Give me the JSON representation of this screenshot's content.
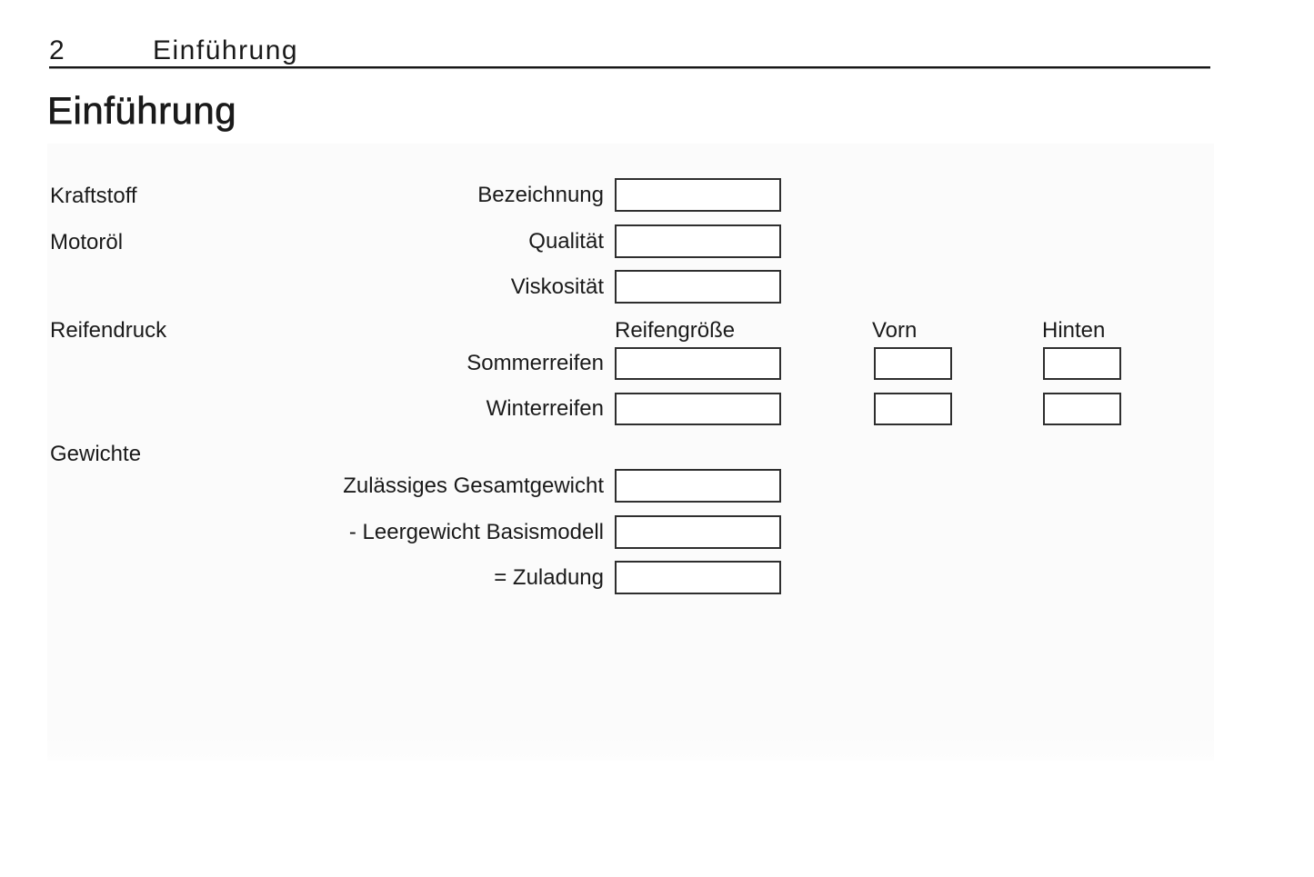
{
  "header": {
    "page_number": "2",
    "section_title": "Einführung"
  },
  "page": {
    "title": "Einführung"
  },
  "form": {
    "sections": {
      "kraftstoff": "Kraftstoff",
      "motoroel": "Motoröl",
      "reifendruck": "Reifendruck",
      "gewichte": "Gewichte"
    },
    "fields": {
      "bezeichnung": {
        "label": "Bezeichnung",
        "value": ""
      },
      "qualitaet": {
        "label": "Qualität",
        "value": ""
      },
      "viskositaet": {
        "label": "Viskosität",
        "value": ""
      }
    },
    "tire": {
      "columns": {
        "reifengroesse": "Reifengröße",
        "vorn": "Vorn",
        "hinten": "Hinten"
      },
      "rows": {
        "sommerreifen": {
          "label": "Sommerreifen",
          "values": {
            "reifengroesse": "",
            "vorn": "",
            "hinten": ""
          }
        },
        "winterreifen": {
          "label": "Winterreifen",
          "values": {
            "reifengroesse": "",
            "vorn": "",
            "hinten": ""
          }
        }
      }
    },
    "weights": {
      "gesamtgewicht": {
        "label": "Zulässiges Gesamtgewicht",
        "value": ""
      },
      "leergewicht": {
        "label": "- Leergewicht Basismodell",
        "value": ""
      },
      "zuladung": {
        "label": "= Zuladung",
        "value": ""
      }
    }
  },
  "colors": {
    "text": "#1a1a1a",
    "box_border": "#2e2e2e",
    "panel_bg": "#fbfbfb",
    "rule": "#161616",
    "page_bg": "#ffffff"
  }
}
